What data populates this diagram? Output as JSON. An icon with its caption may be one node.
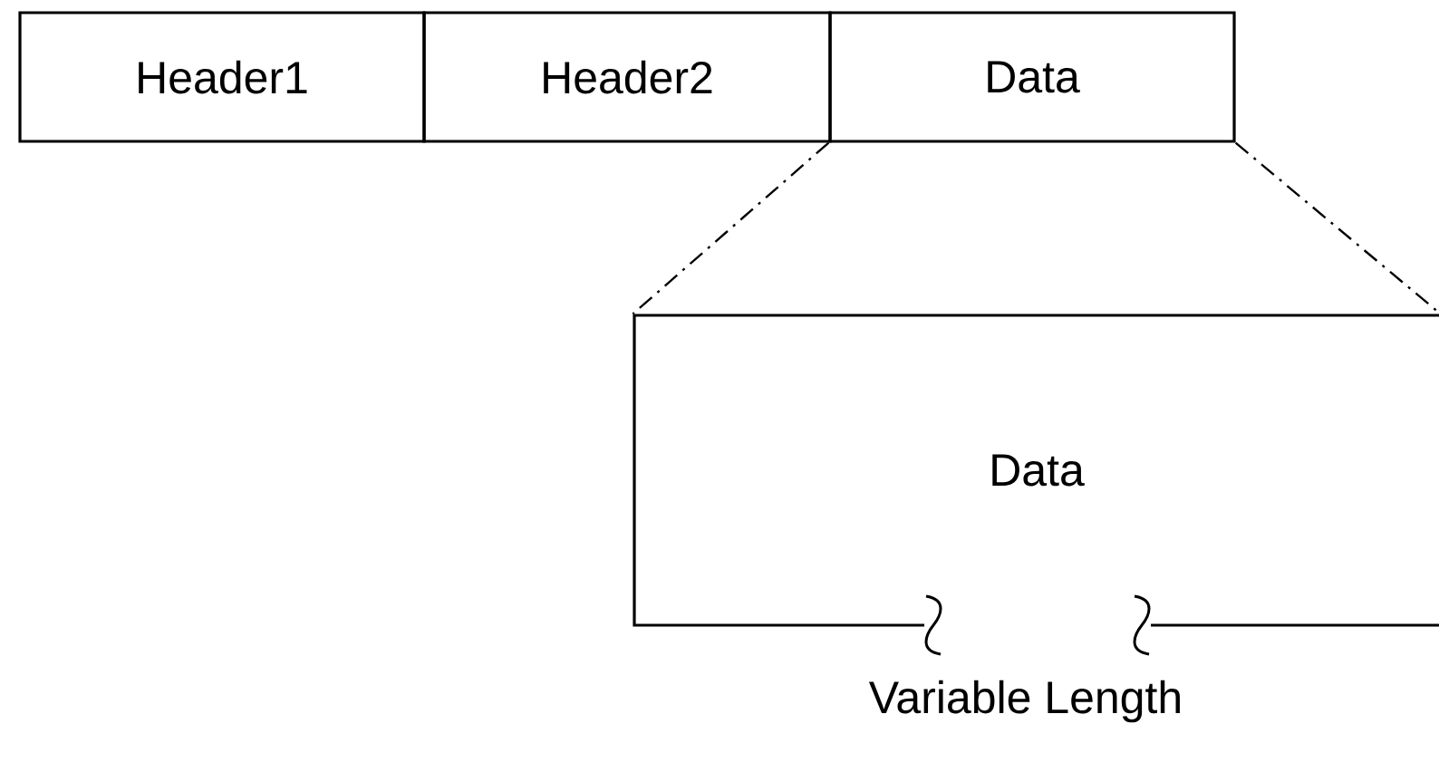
{
  "diagram": {
    "nodes": [
      {
        "text": [
          "Header1"
        ]
      },
      {
        "text": [
          "Header2"
        ]
      },
      {
        "text": [
          "Data"
        ]
      },
      {
        "text": [
          "Data"
        ]
      }
    ],
    "edges": [
      {
        "from": 2,
        "to": 3,
        "arrow": "none",
        "style": "dashed"
      },
      {
        "from": 2,
        "to": 3,
        "arrow": "none",
        "style": "dashed"
      }
    ],
    "labels": [
      "Variable Length"
    ]
  }
}
